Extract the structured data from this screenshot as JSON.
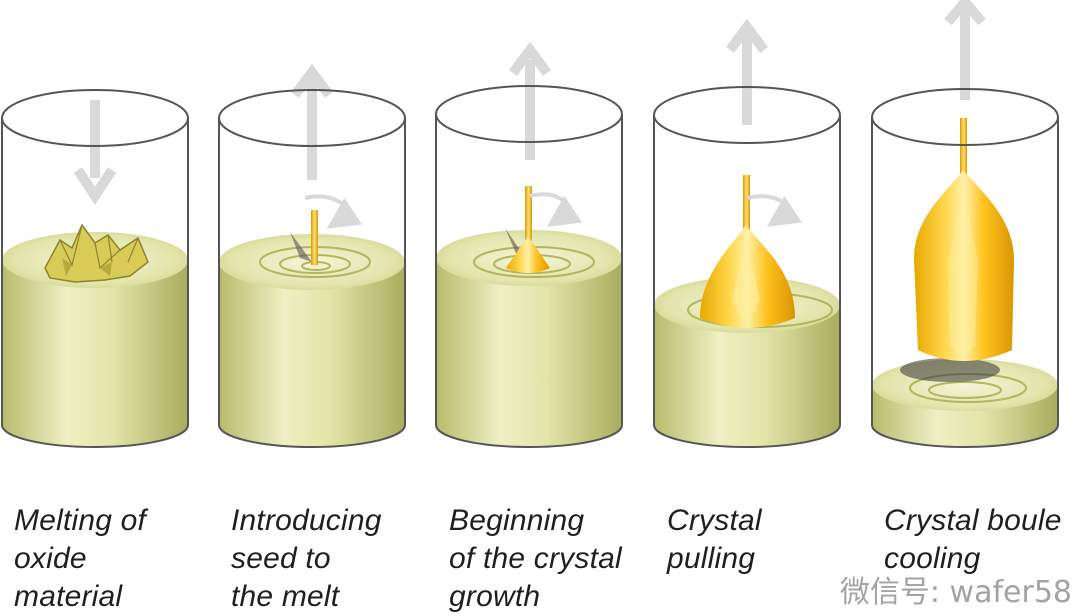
{
  "stages": [
    {
      "id": "melting",
      "caption": "Melting of\noxide\nmaterial"
    },
    {
      "id": "seed",
      "caption": "Introducing\nseed to\nthe melt"
    },
    {
      "id": "beginning",
      "caption": "Beginning\nof the crystal\ngrowth"
    },
    {
      "id": "pulling",
      "caption": "Crystal\npulling"
    },
    {
      "id": "cooling",
      "caption": "Crystal boule\ncooling"
    }
  ],
  "watermark": "微信号: wafer58",
  "colors": {
    "melt_light": "#eef0c4",
    "melt_mid": "#d8db98",
    "melt_dark": "#b9bc6e",
    "crystal_light": "#ffe98a",
    "crystal_mid": "#f7c419",
    "crystal_dark": "#e0a000",
    "arrow": "#d9d9d9",
    "glass_edge": "#555555"
  }
}
